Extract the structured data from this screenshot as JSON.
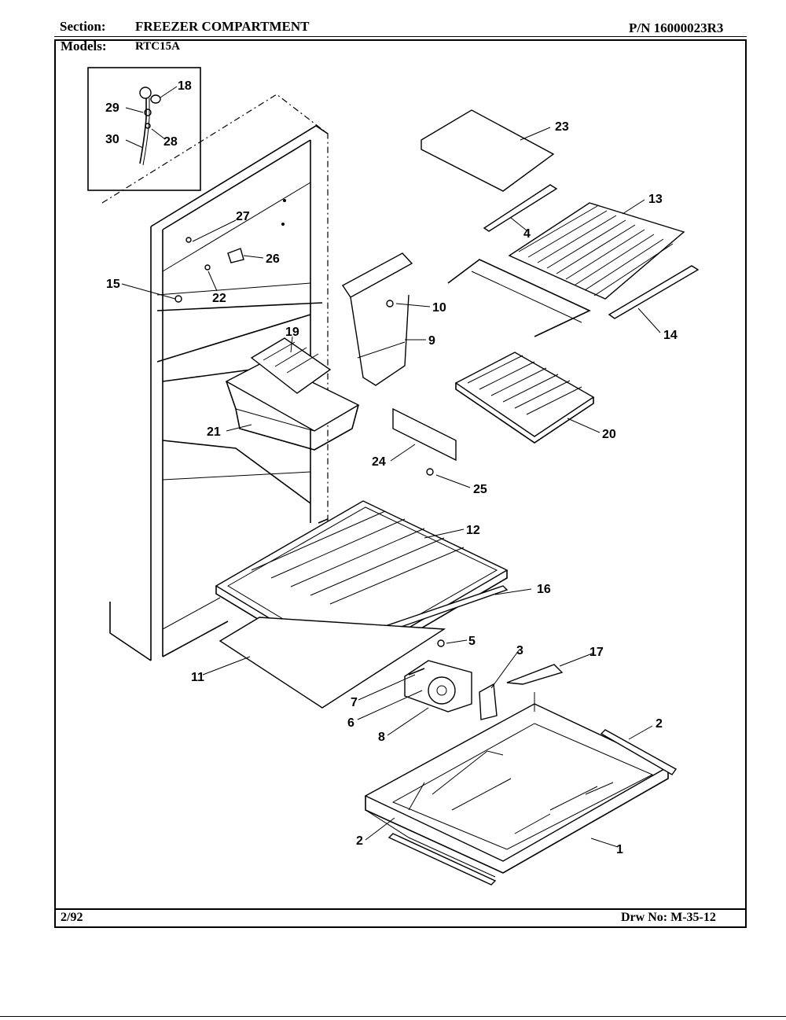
{
  "header": {
    "section_label": "Section:",
    "section_value": "FREEZER COMPARTMENT",
    "part_number": "P/N 16000023R3",
    "models_label": "Models:",
    "models_value": "RTC15A"
  },
  "footer": {
    "date": "2/92",
    "drawing_number": "Drw No: M-35-12"
  },
  "callouts": [
    "1",
    "2",
    "2",
    "3",
    "4",
    "5",
    "6",
    "7",
    "8",
    "9",
    "10",
    "11",
    "12",
    "13",
    "14",
    "15",
    "16",
    "17",
    "18",
    "19",
    "20",
    "21",
    "22",
    "23",
    "24",
    "25",
    "26",
    "27",
    "28",
    "29",
    "30"
  ]
}
